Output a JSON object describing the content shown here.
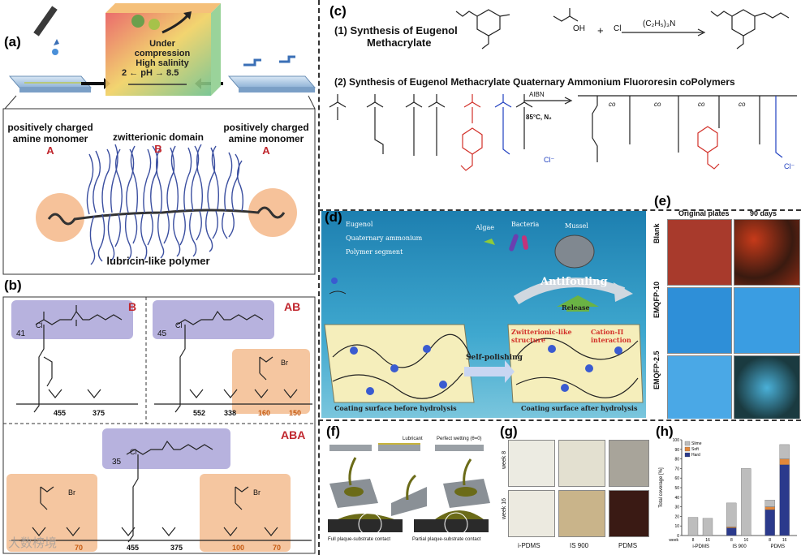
{
  "panels": {
    "a": {
      "label": "(a)",
      "box_lines": [
        "Under compression",
        "High salinity"
      ],
      "ph_left": "2",
      "ph_mid": "pH",
      "ph_right": "8.5",
      "left_title_line1": "positively charged",
      "left_title_line2": "amine monomer",
      "left_letter": "A",
      "mid_title": "zwitterionic domain",
      "mid_letter": "B",
      "right_title_line1": "positively charged",
      "right_title_line2": "amine monomer",
      "right_letter": "A",
      "caption": "lubricin-like polymer"
    },
    "b": {
      "label": "(b)",
      "B_tag": "B",
      "AB_tag": "AB",
      "ABA_tag": "ABA",
      "B_n": "41",
      "AB_n": "45",
      "ABA_n": "35",
      "B_sub1": "455",
      "B_sub2": "375",
      "AB_sub1": "552",
      "AB_sub2": "338",
      "AB_sub3": "160",
      "AB_sub4": "150",
      "ABA_sub1": "70",
      "ABA_sub2": "455",
      "ABA_sub3": "375",
      "ABA_sub4": "100",
      "ABA_sub5": "70",
      "cl": "Cl",
      "br": "Br",
      "watermark": "大数榜境"
    },
    "c": {
      "label": "(c)",
      "step1_line1": "(1) Synthesis of Eugenol",
      "step1_line2": "Methacrylate",
      "reagent1": "(C₂H₅)₃N",
      "oh": "OH",
      "cl": "Cl",
      "step2": "(2) Synthesis of Eugenol Methacrylate Quaternary Ammonium Fluororesin coPolymers",
      "aibn": "AIBN",
      "cond": "85°C, N₂",
      "co": "co",
      "cl_minus": "Cl⁻",
      "plus": "+"
    },
    "d": {
      "label": "(d)",
      "legend": [
        "Eugenol",
        "Quaternary ammonium",
        "Polymer segment"
      ],
      "organisms": [
        "Algae",
        "Bacteria",
        "Mussel"
      ],
      "antifouling": "Antifouling",
      "release": "Release",
      "zwitterion": "Zwitterionic-like structure",
      "cation": "Cation-Π interaction",
      "self_polishing": "Self-polishing",
      "before": "Coating surface before hydrolysis",
      "after": "Coating surface after hydrolysis"
    },
    "e": {
      "label": "(e)",
      "col1": "Original plates",
      "col2": "90 days",
      "rows": [
        "Blank",
        "EMQFP-10",
        "EMQFP-2.5"
      ]
    },
    "f": {
      "label": "(f)",
      "top_left": "Lubricant",
      "top_right": "Perfect wetting (θ=0)",
      "bottom_left": "Full plaque-substrate contact",
      "bottom_right": "Partial plaque-substrate contact"
    },
    "g": {
      "label": "(g)",
      "rows": [
        "week 8",
        "week 16"
      ],
      "cols": [
        "i-PDMS",
        "IS 900",
        "PDMS"
      ]
    },
    "h": {
      "label": "(h)"
    }
  },
  "chart_data": {
    "type": "bar",
    "stacked": true,
    "ylabel": "Total coverage [%]",
    "ylim": [
      0,
      100
    ],
    "yticks": [
      0,
      10,
      20,
      30,
      40,
      50,
      60,
      70,
      80,
      90,
      100
    ],
    "xlabel_prefix": "week",
    "categories": [
      "8",
      "16",
      "8",
      "16",
      "8",
      "16"
    ],
    "groups": [
      "i-PDMS",
      "IS 900",
      "PDMS"
    ],
    "series": [
      {
        "name": "Hard",
        "color": "#2b3a8c",
        "values": [
          0,
          0,
          8,
          0,
          27,
          74
        ]
      },
      {
        "name": "Soft",
        "color": "#e2873a",
        "values": [
          0,
          0,
          1,
          0,
          3,
          6
        ]
      },
      {
        "name": "Slime",
        "color": "#bdbdbd",
        "values": [
          19,
          18,
          25,
          70,
          7,
          15
        ]
      }
    ],
    "legend_position": "top-left"
  }
}
